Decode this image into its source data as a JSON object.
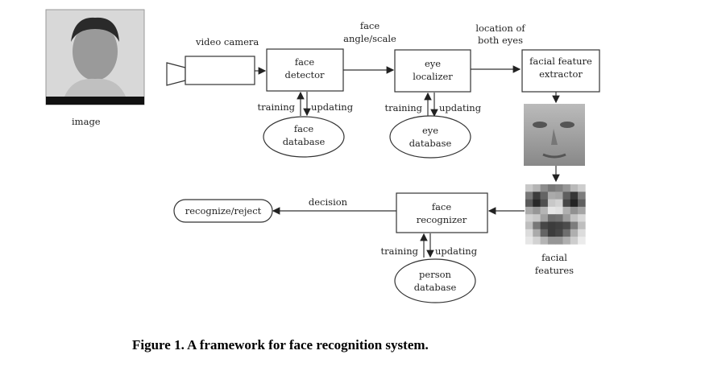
{
  "labels": {
    "image": "image",
    "video_camera": "video camera",
    "face_angle_1": "face",
    "face_angle_2": "angle/scale",
    "location_1": "location of",
    "location_2": "both eyes",
    "face_detector_1": "face",
    "face_detector_2": "detector",
    "eye_localizer_1": "eye",
    "eye_localizer_2": "localizer",
    "ffe_1": "facial feature",
    "ffe_2": "extractor",
    "training": "training",
    "updating": "updating",
    "face_db_1": "face",
    "face_db_2": "database",
    "eye_db_1": "eye",
    "eye_db_2": "database",
    "decision": "decision",
    "recognize_reject": "recognize/reject",
    "face_recognizer_1": "face",
    "face_recognizer_2": "recognizer",
    "person_db_1": "person",
    "person_db_2": "database",
    "facial_features_1": "facial",
    "facial_features_2": "features"
  },
  "caption": "Figure 1. A framework for face recognition system."
}
